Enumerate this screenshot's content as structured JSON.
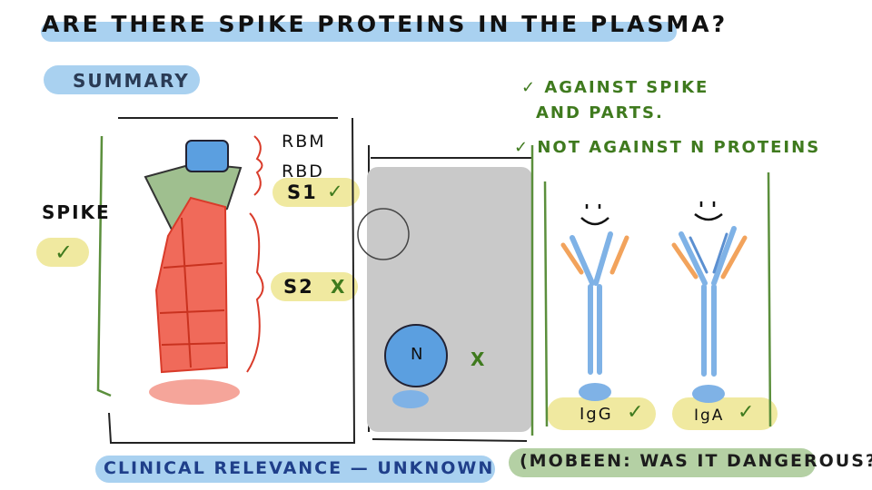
{
  "title": "ARE THERE SPIKE PROTEINS IN THE PLASMA?",
  "summary_label": "SUMMARY",
  "left_panel": {
    "row_label": "SPIKE",
    "row_mark": "✓",
    "labels": {
      "rbm": "RBM",
      "rbd": "RBD",
      "s1": "S1",
      "s1_mark": "✓",
      "s2": "S2",
      "s2_mark": "X"
    }
  },
  "middle_panel": {
    "n_label": "N",
    "n_mark": "X"
  },
  "right_notes": {
    "line1": "✓ AGAINST SPIKE",
    "line2": "AND PARTS.",
    "line3": "✓ NOT AGAINST N PROTEINS"
  },
  "antibodies": [
    {
      "label": "IgG",
      "mark": "✓"
    },
    {
      "label": "IgA",
      "mark": "✓"
    }
  ],
  "footer": {
    "clinical": "CLINICAL RELEVANCE — UNKNOWN",
    "note": "(MOBEEN: WAS IT DANGEROUS?)"
  },
  "colors": {
    "blue_highlight": "#a9d1f0",
    "yellow_highlight": "#f0e9a0",
    "green_pen": "#3f7a1e",
    "red_protein": "#f06a5a",
    "grey_panel": "#c9c9c9",
    "orange": "#f2a35c"
  }
}
